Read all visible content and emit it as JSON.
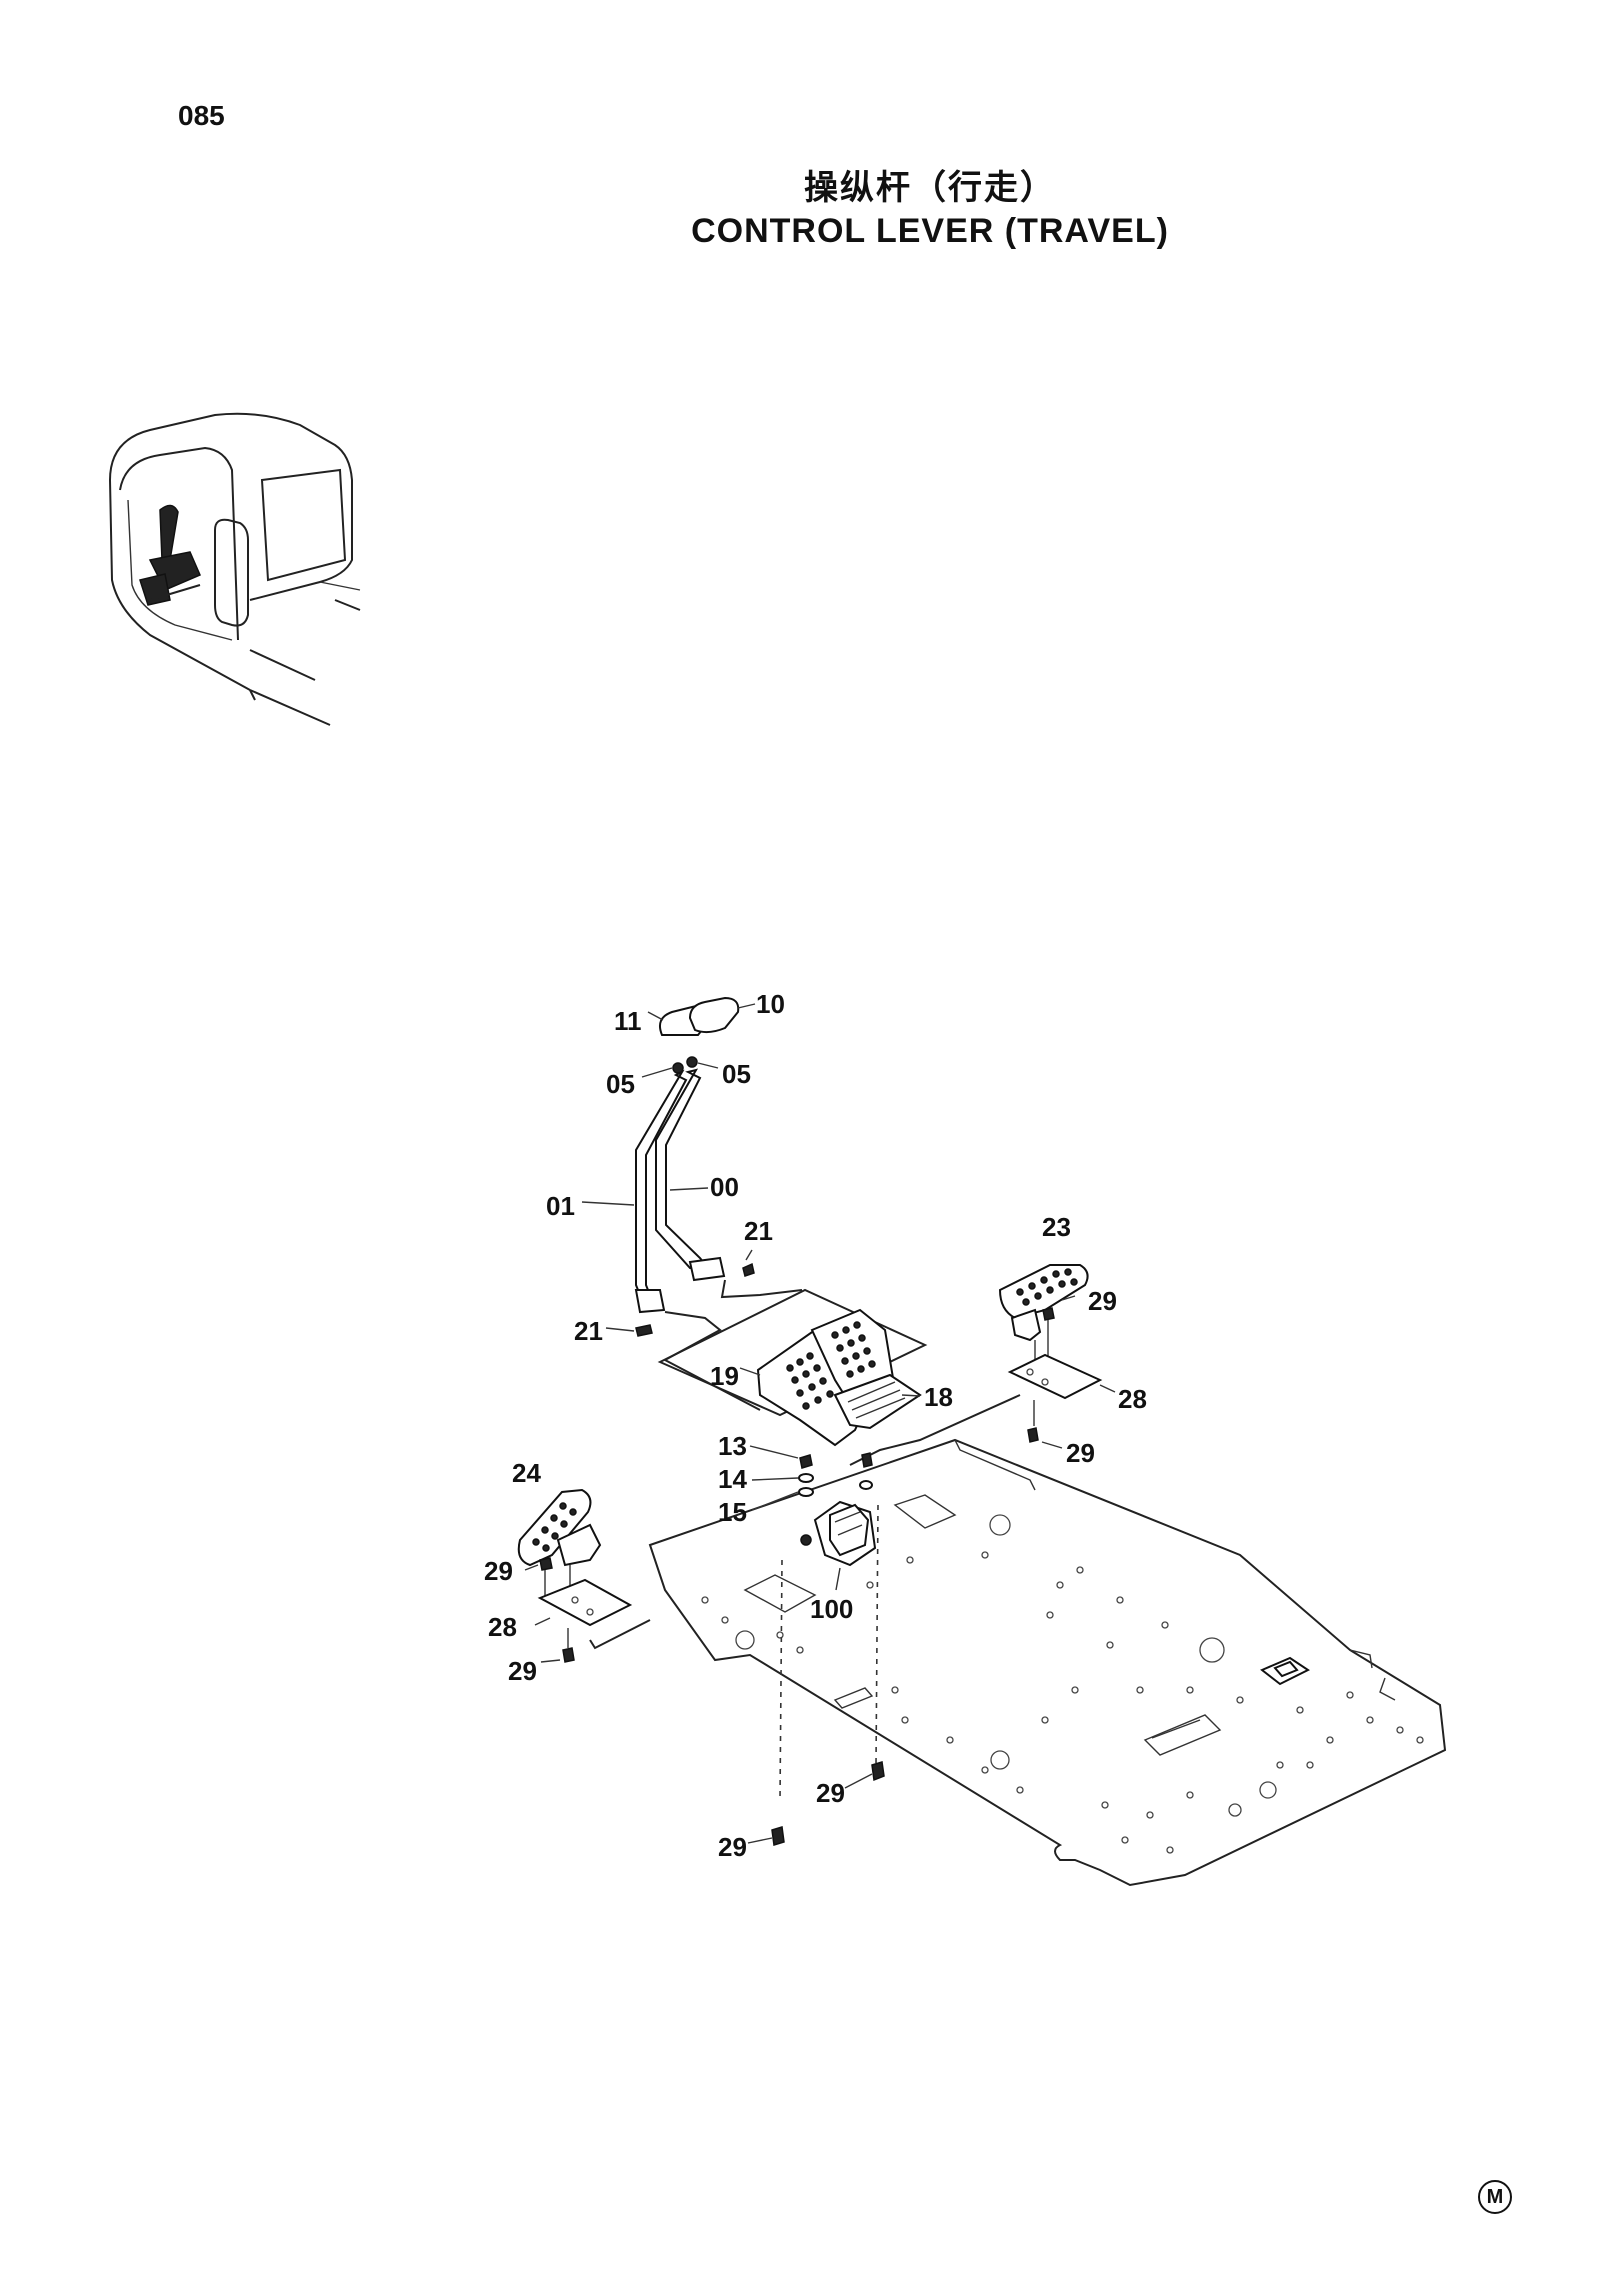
{
  "page_number": "085",
  "title_cn": "操纵杆（行走）",
  "title_en": "CONTROL LEVER (TRAVEL)",
  "footer_mark": "M",
  "callouts": {
    "c11": "11",
    "c10": "10",
    "c05a": "05",
    "c05b": "05",
    "c01": "01",
    "c00": "00",
    "c21a": "21",
    "c21b": "21",
    "c23": "23",
    "c29a": "29",
    "c28a": "28",
    "c29b": "29",
    "c19": "19",
    "c18": "18",
    "c13": "13",
    "c14": "14",
    "c15": "15",
    "c24": "24",
    "c29c": "29",
    "c28b": "28",
    "c29d": "29",
    "c100": "100",
    "c29e": "29",
    "c29f": "29"
  }
}
